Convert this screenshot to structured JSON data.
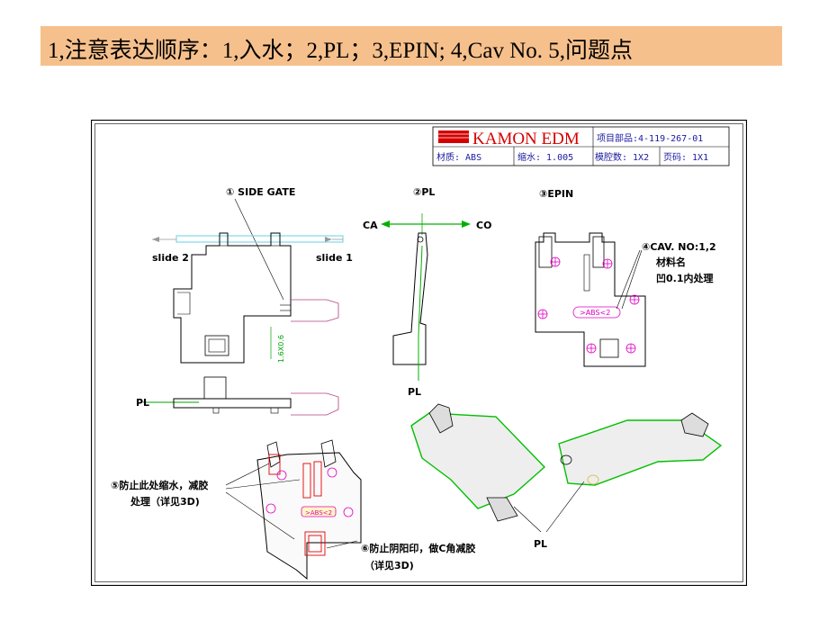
{
  "slide": {
    "title_banner": "1,注意表达顺序：1,入水；2,PL；3,EPIN; 4,Cav No.  5,问题点"
  },
  "title_block": {
    "brand": "KAMON EDM",
    "project_no": "项目部品:4-119-267-01",
    "material": "材质: ABS",
    "shrinkage": "缩水: 1.005",
    "cavities": "模腔数: 1X2",
    "page": "页码: 1X1"
  },
  "views": {
    "gate": {
      "callout": "① SIDE GATE",
      "slide_left": "slide 2",
      "slide_right": "slide 1",
      "dim": "1.6X0.6",
      "pl": "PL"
    },
    "parting": {
      "callout": "②PL",
      "ca": "CA",
      "co": "CO",
      "pl": "PL"
    },
    "epin": {
      "callout": "③EPIN",
      "cav_line1": "④CAV. NO:1,2",
      "cav_line2": "材料名",
      "cav_line3": "凹0.1内处理",
      "badge": ">ABS<2"
    },
    "issues": {
      "note5_line1": "⑤防止此处缩水，减胶",
      "note5_line2": "处理（详见3D)",
      "note6_line1": "⑥防止阴阳印，做C角减胶",
      "note6_line2": "（详见3D)",
      "badge": ">ABS<2"
    },
    "iso": {
      "pl": "PL"
    }
  },
  "colors": {
    "banner": "#f6c08c",
    "logo_red": "#d40000",
    "dim_green": "#00a000",
    "slide_cyan": "#7fd8e8",
    "mark_magenta": "#e000c0",
    "pl_green": "#00c000"
  }
}
